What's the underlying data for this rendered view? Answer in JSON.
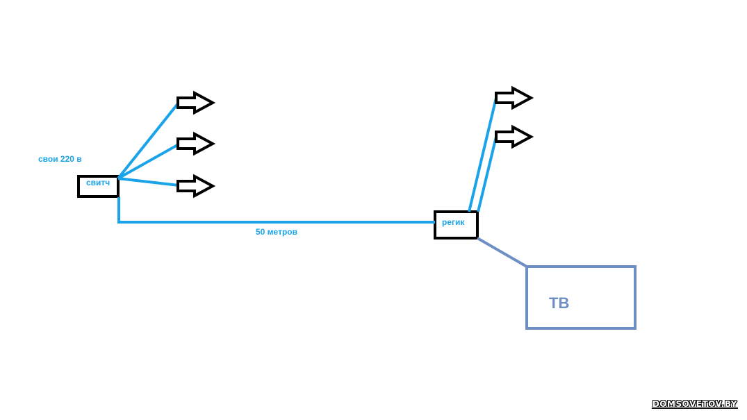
{
  "labels": {
    "power_note": "свои 220 в",
    "switch": "свитч",
    "cable_length": "50 метров",
    "router": "регик",
    "tv": "ТВ"
  },
  "watermark": "DOMSOVETOV.BY",
  "colors": {
    "cable": "#1aa3e8",
    "tv_link": "#6d8fc4",
    "box_border": "#000000",
    "text_blue": "#1aa3e8",
    "arrow_outline": "#000000",
    "background": "#ffffff"
  },
  "icons": {
    "outgoing": "arrow-right-outline"
  }
}
